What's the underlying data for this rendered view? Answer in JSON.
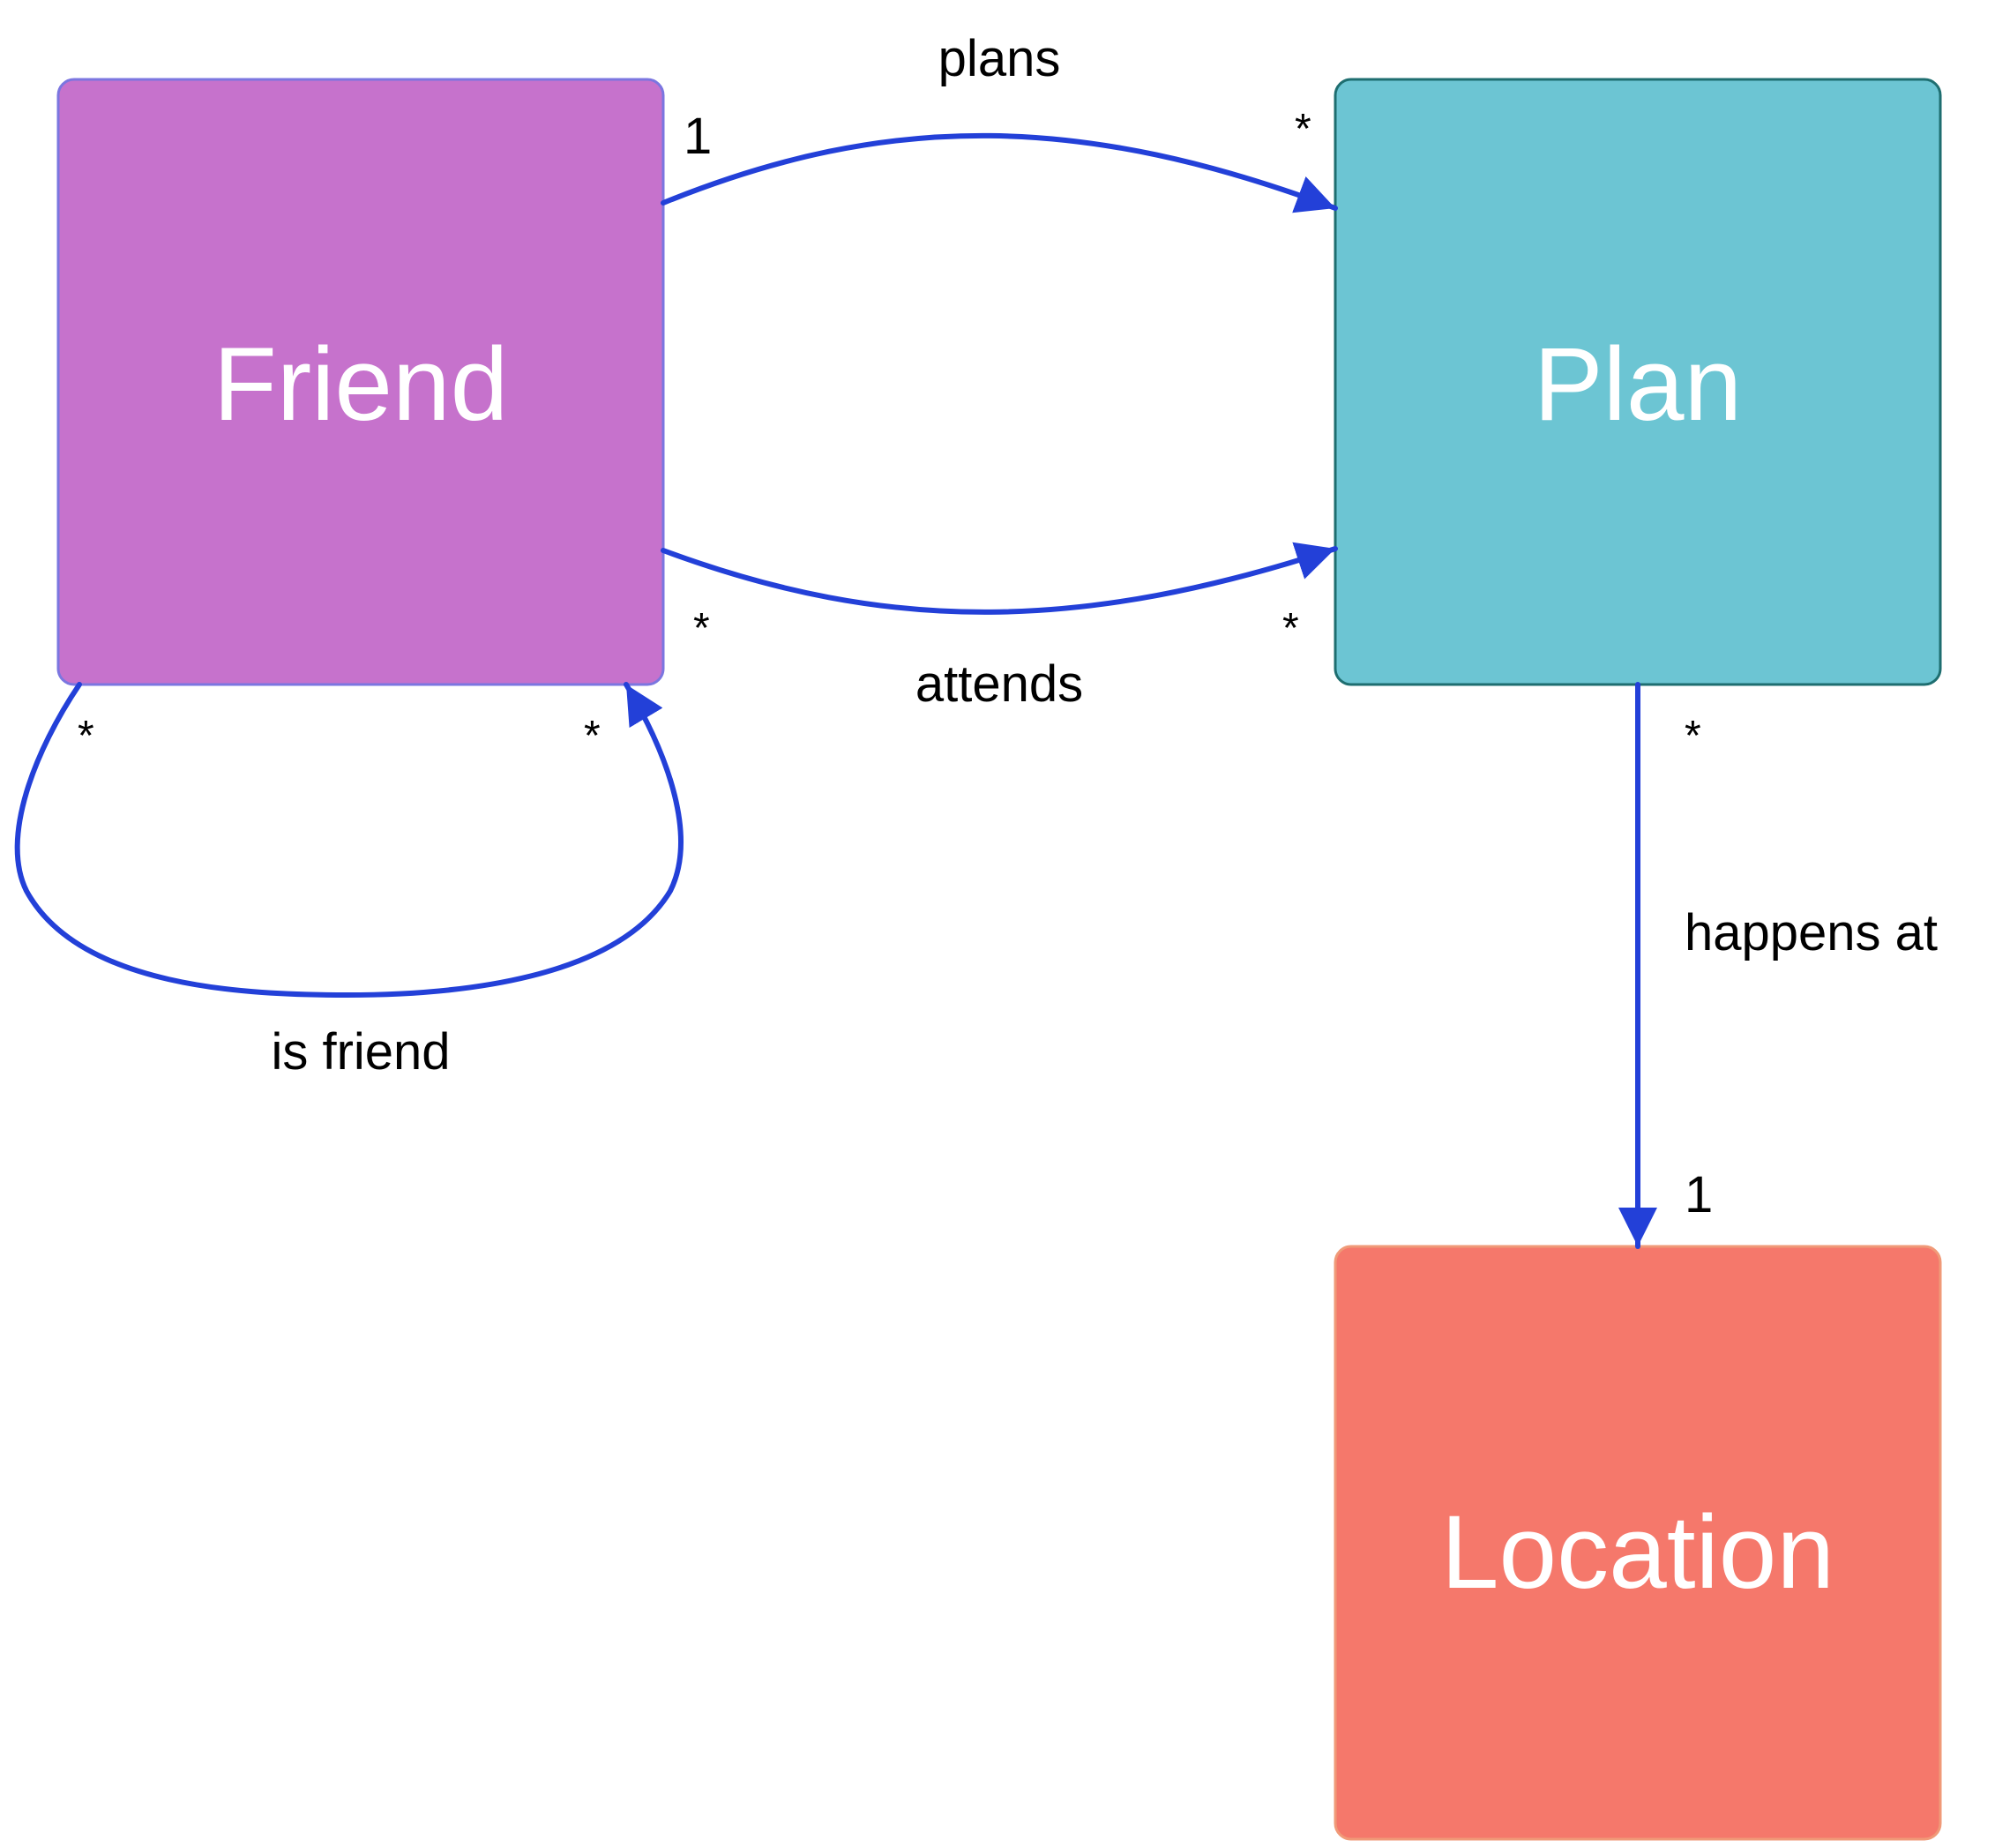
{
  "colors": {
    "edge": "#2340d8",
    "friend_fill": "#c672cc",
    "friend_border": "#7b76e0",
    "plan_fill": "#6cc5d3",
    "plan_border": "#1e6e70",
    "location_fill": "#f5786b",
    "location_border": "#f09a78",
    "label_text": "#000000",
    "node_text": "#ffffff"
  },
  "nodes": {
    "friend": {
      "label": "Friend"
    },
    "plan": {
      "label": "Plan"
    },
    "location": {
      "label": "Location"
    }
  },
  "edges": {
    "plans": {
      "label": "plans",
      "source_mult": "1",
      "target_mult": "*"
    },
    "attends": {
      "label": "attends",
      "source_mult": "*",
      "target_mult": "*"
    },
    "happens_at": {
      "label": "happens at",
      "source_mult": "*",
      "target_mult": "1"
    },
    "is_friend": {
      "label": "is friend",
      "source_mult": "*",
      "target_mult": "*"
    }
  }
}
